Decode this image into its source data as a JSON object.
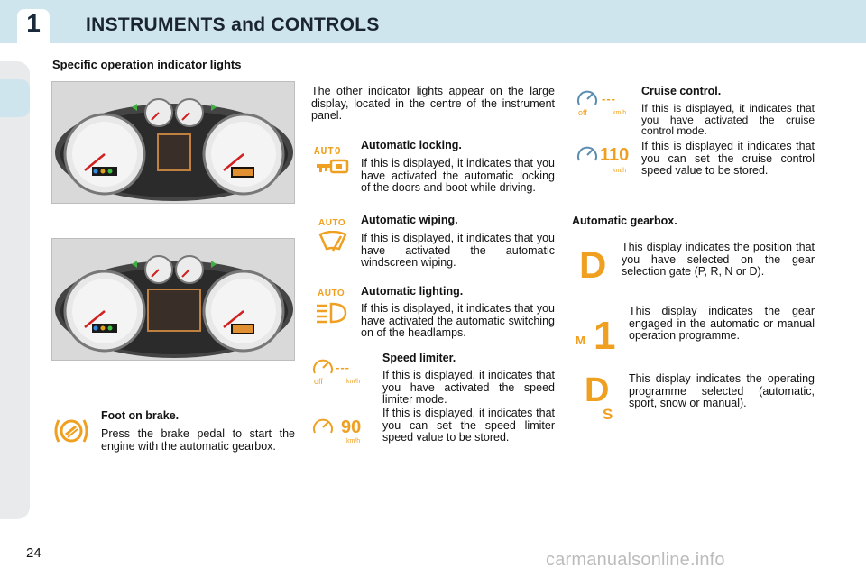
{
  "header": {
    "chapter": "1",
    "title": "INSTRUMENTS and CONTROLS"
  },
  "section_title": "Specific operation indicator lights",
  "intro": "The other indicator lights appear on the large display, located in the centre of the instrument panel.",
  "auto_locking": {
    "title": "Automatic locking.",
    "text": "If this is displayed, it indicates that you have activated the automatic locking of the doors and boot while driving.",
    "icon_label": "AUTO"
  },
  "auto_wiping": {
    "title": "Automatic wiping.",
    "text": "If this is displayed, it indicates that you have activated the automatic windscreen wiping.",
    "icon_label": "AUTO"
  },
  "auto_lighting": {
    "title": "Automatic lighting.",
    "text": "If this is displayed, it indicates that you have activated the automatic switching on of the headlamps.",
    "icon_label": "AUTO"
  },
  "speed_limiter": {
    "title": "Speed limiter.",
    "text1": "If this is displayed, it indicates that you have activated the speed limiter mode.",
    "text2": "If this is displayed, it indicates that you can set the speed limiter speed value to be stored.",
    "icon1": {
      "off": "off",
      "dashes": "---",
      "unit": "km/h"
    },
    "icon2": {
      "value": "90",
      "unit": "km/h"
    }
  },
  "foot_on_brake": {
    "title": "Foot on brake.",
    "text": "Press the brake pedal to start the engine with the automatic gearbox."
  },
  "cruise_control": {
    "title": "Cruise control.",
    "text1": "If this is displayed, it indicates that you have activated the cruise control mode.",
    "text2": "If this is displayed it indicates that you can set the cruise control speed value to be stored.",
    "icon1": {
      "off": "off",
      "dashes": "---",
      "unit": "km/h"
    },
    "icon2": {
      "value": "110",
      "unit": "km/h"
    }
  },
  "auto_gearbox": {
    "title": "Automatic gearbox.",
    "text1": "This display indicates the position that you have selected on the gear selection gate (P, R, N or D).",
    "text2": "This display indicates the gear engaged in the automatic or manual operation programme.",
    "text3": "This display indicates the operating programme selected (automatic, sport, snow or manual).",
    "icon1": {
      "letter": "D"
    },
    "icon2": {
      "prefix": "M",
      "digit": "1"
    },
    "icon3": {
      "letter": "D",
      "sub": "S"
    }
  },
  "page_number": "24",
  "footer": "carmanualsonline.info",
  "colors": {
    "accent": "#f0a020",
    "header_bg": "#cfe5ee",
    "icon_blue": "#5a8db0"
  }
}
